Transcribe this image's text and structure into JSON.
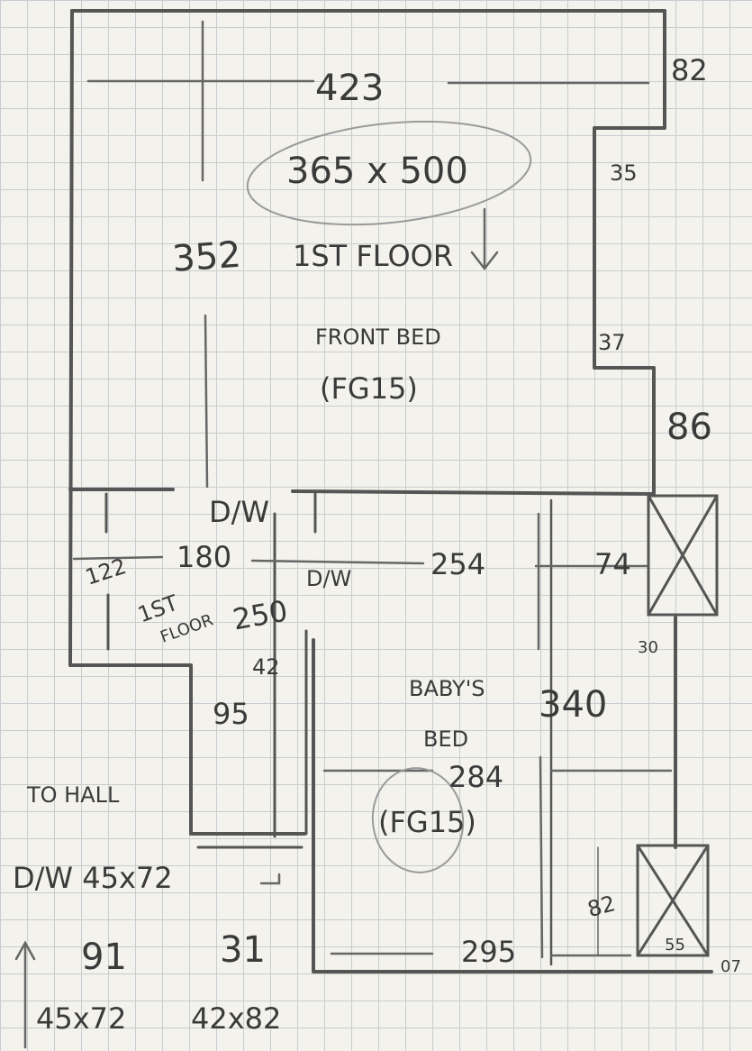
{
  "rooms": {
    "front_bed": {
      "width_label": "423",
      "size_label": "365 x 500",
      "depth_label": "352",
      "floor_label": "1ST FLOOR",
      "name_label": "FRONT BED",
      "code_label": "(FG15)"
    },
    "babys_bed": {
      "name_label": "BABY'S",
      "name_label_2": "BED",
      "code_label": "(FG15)",
      "width_label": "254",
      "width_label_2": "284",
      "depth_label": "340",
      "bottom_label": "295"
    },
    "landing": {
      "width_label": "180",
      "depth_label": "122",
      "floor_label": "1ST",
      "floor_label_2": "FLOOR",
      "height_label": "250"
    }
  },
  "dimensions": {
    "right_top": "82",
    "right_step": "35",
    "right_mid": "37",
    "right_86": "86",
    "right_74": "74",
    "right_30": "30",
    "wall_42": "42",
    "stair_95": "95",
    "cupboard_82": "82",
    "cupboard_55": "55",
    "edge_07": "07"
  },
  "doors": {
    "front_door": "D/W",
    "baby_door": "D/W"
  },
  "notes": {
    "to_hall": "TO HALL",
    "door_size": "D/W 45x72",
    "n91": "91",
    "n31": "31",
    "size_a": "45x72",
    "size_b": "42x82"
  }
}
